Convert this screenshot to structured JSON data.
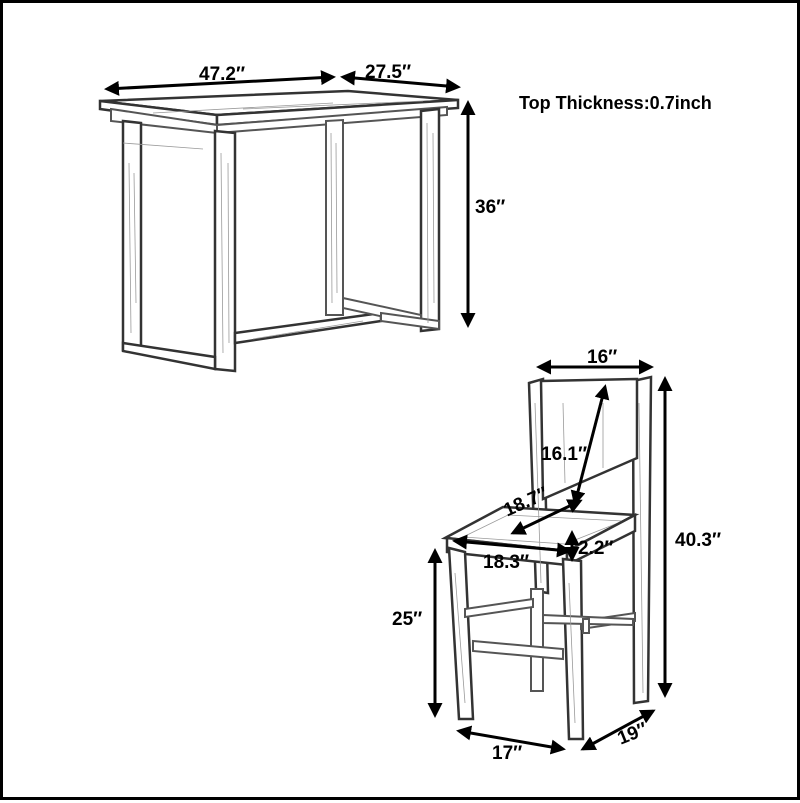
{
  "table": {
    "length": "47.2″",
    "width": "27.5″",
    "height": "36″",
    "top_thickness": "Top Thickness:0.7inch"
  },
  "chair": {
    "back_width": "16″",
    "back_height": "16.1″",
    "seat_depth": "18.7″",
    "seat_width": "18.3″",
    "seat_thickness": "2.2″",
    "total_height": "40.3″",
    "seat_height": "25″",
    "leg_width": "17″",
    "leg_depth": "19″"
  }
}
